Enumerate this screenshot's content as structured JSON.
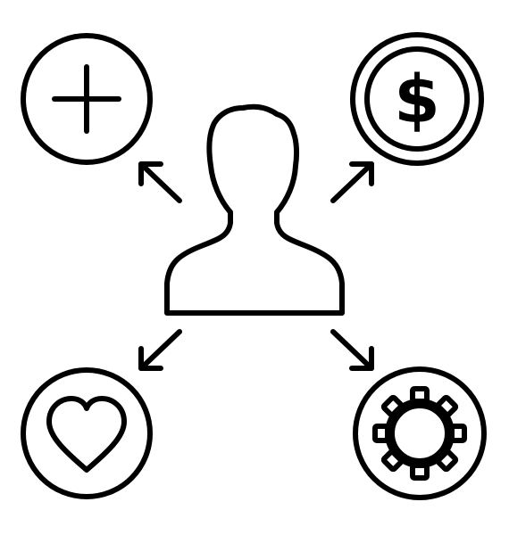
{
  "icon": {
    "name": "person-connections-icon",
    "stroke_color": "#000000",
    "background_color": "#ffffff",
    "center": "person-bust-icon",
    "nodes": [
      {
        "name": "plus-circle-icon",
        "position": "top-left"
      },
      {
        "name": "dollar-coin-icon",
        "position": "top-right",
        "symbol": "$"
      },
      {
        "name": "heart-circle-icon",
        "position": "bottom-left"
      },
      {
        "name": "gear-circle-icon",
        "position": "bottom-right"
      }
    ],
    "arrows": [
      {
        "name": "arrow-up-left-icon"
      },
      {
        "name": "arrow-up-right-icon"
      },
      {
        "name": "arrow-down-left-icon"
      },
      {
        "name": "arrow-down-right-icon"
      }
    ]
  }
}
